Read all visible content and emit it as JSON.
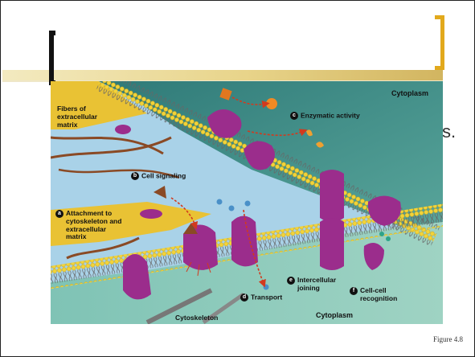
{
  "slide": {
    "trailing_glyph": "s.",
    "figure_label": "Figure 4.8"
  },
  "diagram": {
    "labels": {
      "cytoplasm_top": "Cytoplasm",
      "cytoplasm_bottom": "Cytoplasm",
      "fibers": "Fibers of\nextracellular\nmatrix",
      "cytoskeleton": "Cytoskeleton"
    },
    "functions": [
      {
        "marker": "a",
        "label": "Attachment to\ncytoskeleton and\nextracellular\nmatrix"
      },
      {
        "marker": "b",
        "label": "Cell signaling"
      },
      {
        "marker": "c",
        "label": "Enzymatic activity"
      },
      {
        "marker": "d",
        "label": "Transport"
      },
      {
        "marker": "e",
        "label": "Intercellular\njoining"
      },
      {
        "marker": "f",
        "label": "Cell-cell\nrecognition"
      }
    ],
    "colors": {
      "protein": "#9b2d8c",
      "membrane_head": "#f2d33a",
      "matrix_yellow": "#f0c020",
      "extracellular": "#a9d2e8",
      "cytoplasm": "#3f8a84",
      "fiber": "#8a4a25",
      "arrow": "#d23a1e"
    }
  }
}
